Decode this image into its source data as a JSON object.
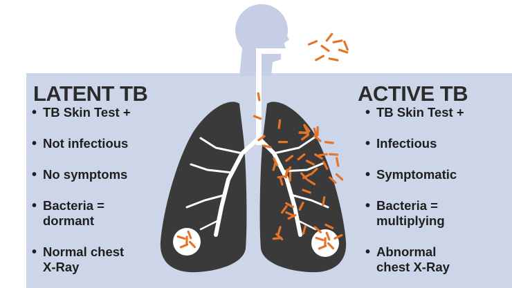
{
  "colors": {
    "background_panel": "#cdd5e8",
    "figure": "#c5cee4",
    "lung": "#3a3a3a",
    "airway": "#ffffff",
    "bacteria": "#e4742a"
  },
  "latent": {
    "title": "LATENT TB",
    "items": [
      {
        "lines": [
          "TB Skin Test +"
        ]
      },
      {
        "lines": [
          "Not infectious"
        ]
      },
      {
        "lines": [
          "No symptoms"
        ]
      },
      {
        "lines": [
          "Bacteria =",
          "dormant"
        ]
      },
      {
        "lines": [
          "Normal chest",
          "X-Ray"
        ]
      }
    ]
  },
  "active": {
    "title": "ACTIVE TB",
    "items": [
      {
        "lines": [
          "TB Skin Test +"
        ]
      },
      {
        "lines": [
          "Infectious"
        ]
      },
      {
        "lines": [
          "Symptomatic"
        ]
      },
      {
        "lines": [
          "Bacteria =",
          "multiplying"
        ]
      },
      {
        "lines": [
          "Abnormal",
          "chest X-Ray"
        ]
      }
    ]
  }
}
